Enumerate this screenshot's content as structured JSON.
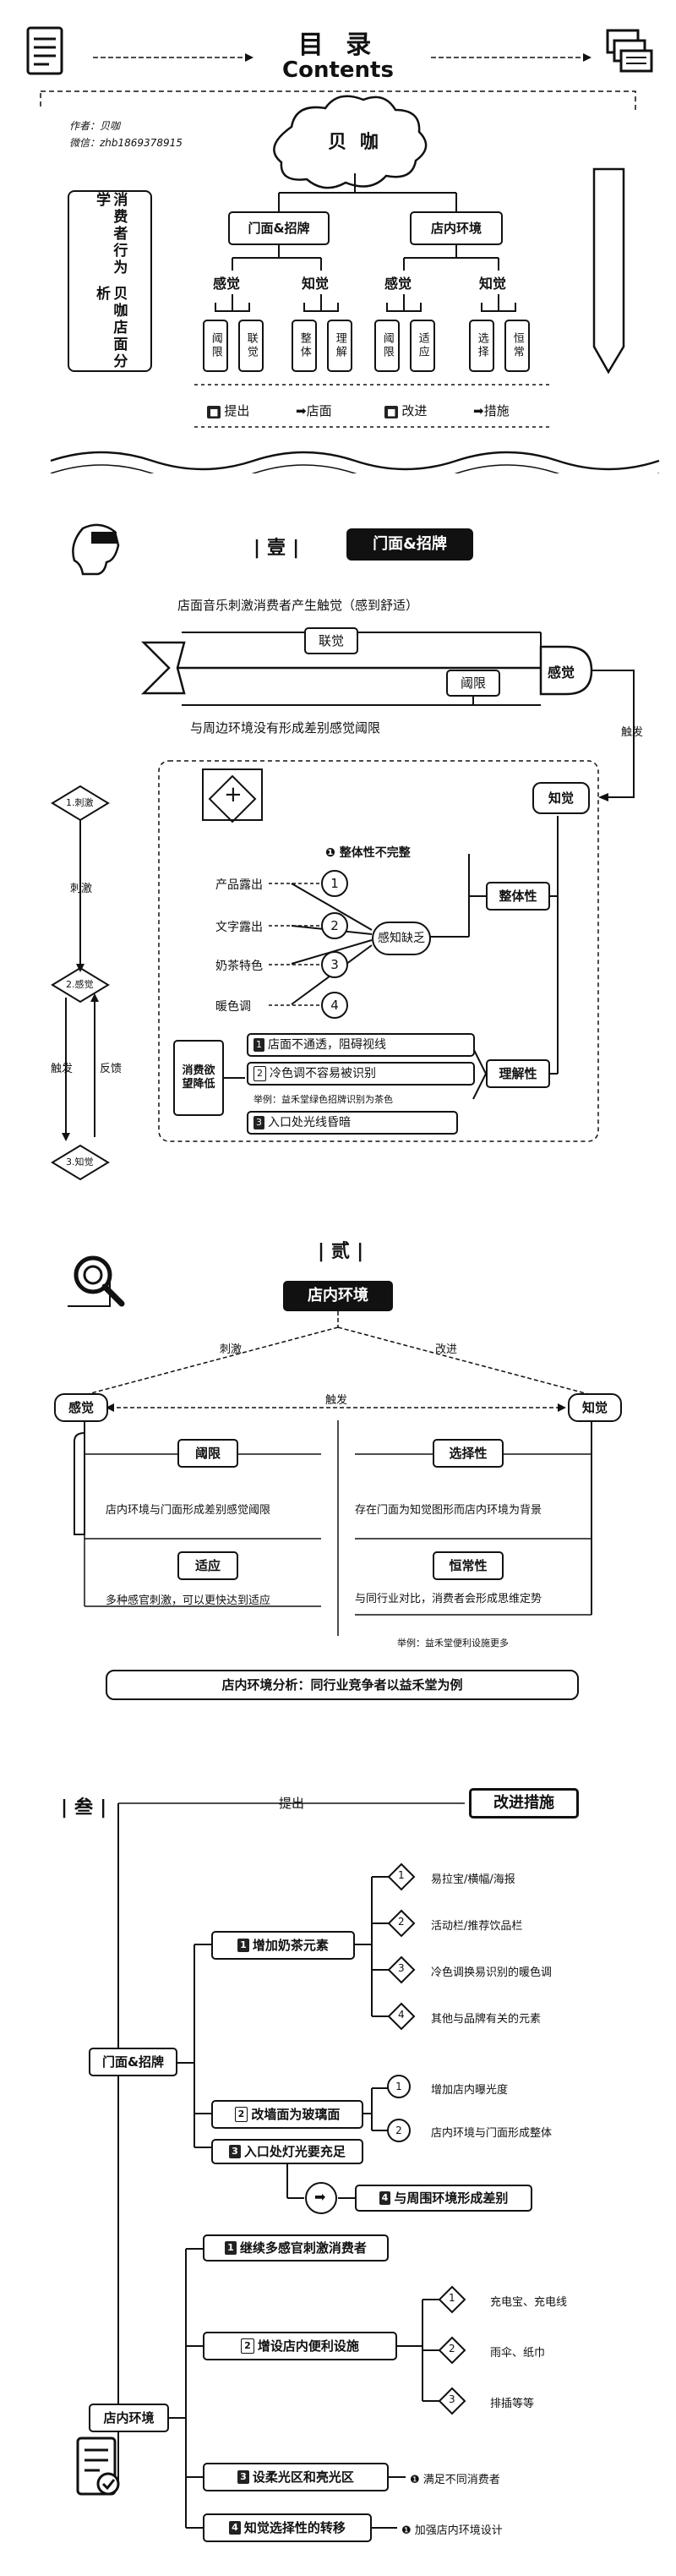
{
  "header": {
    "title": "目 录",
    "subtitle": "Contents",
    "author": "作者：贝咖",
    "wechat": "微信：zhb1869378915"
  },
  "overview": {
    "left_col1": "消费者行为学",
    "left_col2": "贝咖店面分析",
    "brand": "贝 咖",
    "branch1": "门面&招牌",
    "branch2": "店内环境",
    "sense1": "感觉",
    "know1": "知觉",
    "sense2": "感觉",
    "know2": "知觉",
    "leaves": [
      "阈限",
      "联觉",
      "整体",
      "理解",
      "阈限",
      "适应",
      "选择",
      "恒常"
    ],
    "bottom": [
      "提出",
      "店面",
      "改进",
      "措施"
    ]
  },
  "section1": {
    "num": "壹",
    "title": "门面&招牌",
    "music": "店面音乐刺激消费者产生触觉（感到舒适）",
    "synesthesia": "联觉",
    "threshold": "阈限",
    "sensation": "感觉",
    "diff": "与周边环境没有形成差别感觉阈限",
    "trigger": "触发",
    "perception": "知觉",
    "flow": [
      "刺激",
      "感觉",
      "触发",
      "反馈",
      "知觉"
    ],
    "flow_nodes": [
      "1.刺激",
      "2.感觉",
      "3.知觉"
    ],
    "plus": "+",
    "whole_incomplete": "整体性不完整",
    "items": [
      "产品露出",
      "文字露出",
      "奶茶特色",
      "暖色调"
    ],
    "nums": [
      "1",
      "2",
      "3",
      "4"
    ],
    "lack": "感知缺乏",
    "wholeness": "整体性",
    "understanding": "理解性",
    "desire": "消费欲望降低",
    "notes": [
      "店面不通透，阻碍视线",
      "冷色调不容易被识别",
      "举例：益禾堂绿色招牌识别为茶色",
      "入口处光线昏暗"
    ]
  },
  "section2": {
    "num": "贰",
    "title": "店内环境",
    "stimulate": "刺激",
    "improve": "改进",
    "sensation": "感觉",
    "trigger": "触发",
    "perception": "知觉",
    "threshold": "阈限",
    "threshold_desc": "店内环境与门面形成差别感觉阈限",
    "adapt": "适应",
    "adapt_desc": "多种感官刺激，可以更快达到适应",
    "select": "选择性",
    "select_desc": "存在门面为知觉图形而店内环境为背景",
    "constancy": "恒常性",
    "constancy_desc": "与同行业对比，消费者会形成思维定势",
    "example": "举例：益禾堂便利设施更多",
    "analysis": "店内环境分析：同行业竞争者以益禾堂为例"
  },
  "section3": {
    "num": "叁",
    "propose": "提出",
    "title": "改进措施",
    "storefront": "门面&招牌",
    "add_elements": "增加奶茶元素",
    "elements": [
      "易拉宝/横幅/海报",
      "活动栏/推荐饮品栏",
      "冷色调换易识别的暖色调",
      "其他与品牌有关的元素"
    ],
    "glass": "改墙面为玻璃面",
    "glass_items": [
      "增加店内曝光度",
      "店内环境与门面形成整体"
    ],
    "entrance": "入口处灯光要充足",
    "contrast": "与周围环境形成差别",
    "interior": "店内环境",
    "keep": "继续多感官刺激消费者",
    "facilities": "增设店内便利设施",
    "facility_items": [
      "充电宝、充电线",
      "雨伞、纸巾",
      "排插等等"
    ],
    "light_zone": "设柔光区和亮光区",
    "meet": "满足不同消费者",
    "shift": "知觉选择性的转移",
    "strengthen": "加强店内环境设计"
  }
}
